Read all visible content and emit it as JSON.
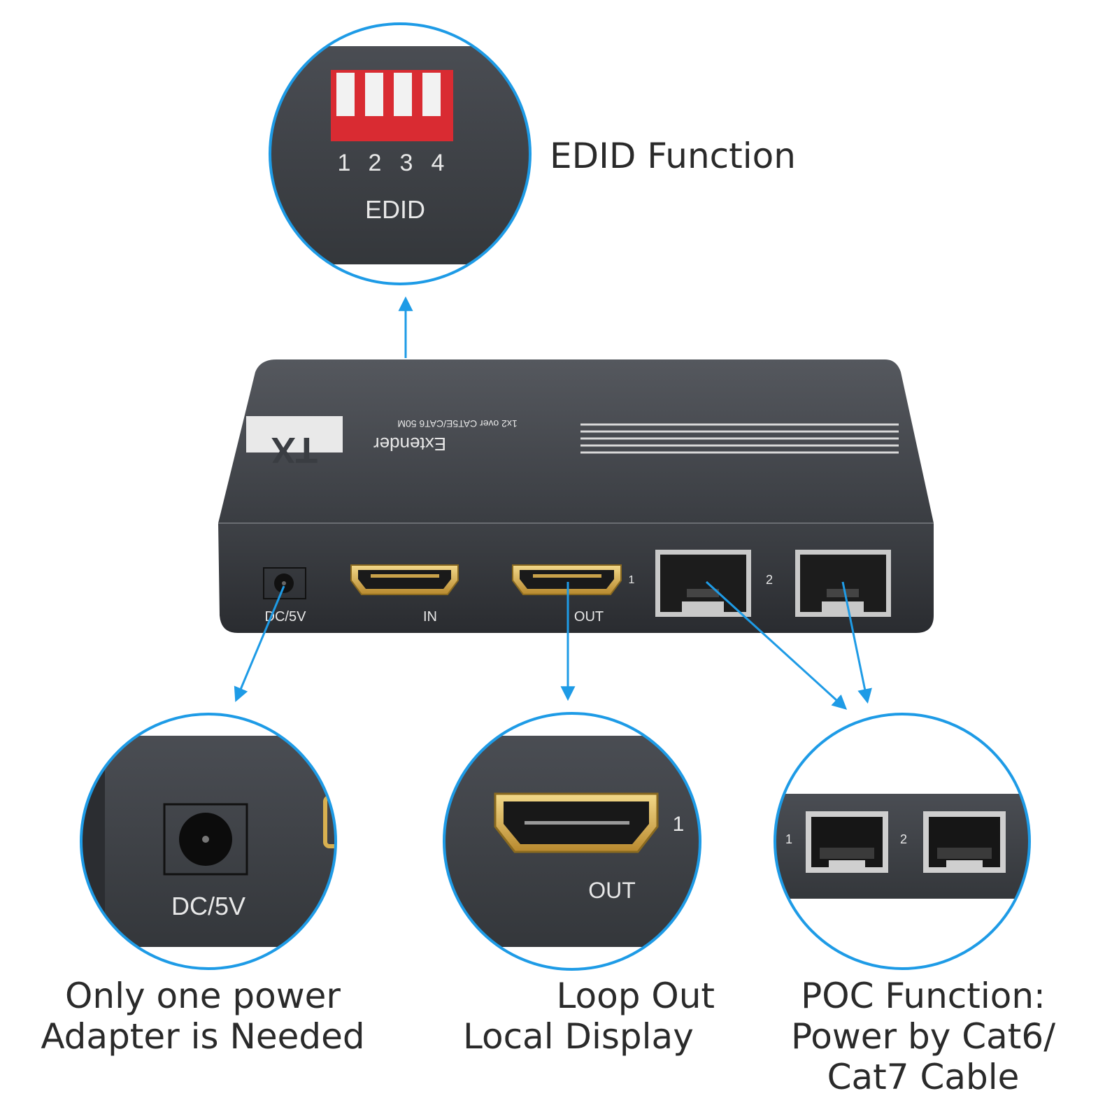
{
  "captions": {
    "edid": "EDID Function",
    "power": [
      "Only one power",
      "Adapter is Needed"
    ],
    "loop": [
      "Loop Out",
      "Local Display"
    ],
    "poc": [
      "POC Function:",
      "Power by Cat6/",
      "Cat7 Cable"
    ]
  },
  "device": {
    "badge": "TX",
    "name": "Extender",
    "model": "1x2 over CAT5E/CAT6 50M",
    "ports": {
      "dc": "DC/5V",
      "hdmi_in": "IN",
      "hdmi_out": "OUT",
      "rj45_1": "1",
      "rj45_2": "2"
    }
  },
  "zoom": {
    "dip_numbers": [
      "1",
      "2",
      "3",
      "4"
    ],
    "edid_label": "EDID",
    "dc_label": "DC/5V",
    "out_number": "1",
    "out_label": "OUT",
    "rj_1": "1",
    "rj_2": "2"
  },
  "colors": {
    "accent": "#1e9be6",
    "device_body": "#3c3f44",
    "dip_red": "#d92b32",
    "hdmi_gold": "#d8b050"
  }
}
